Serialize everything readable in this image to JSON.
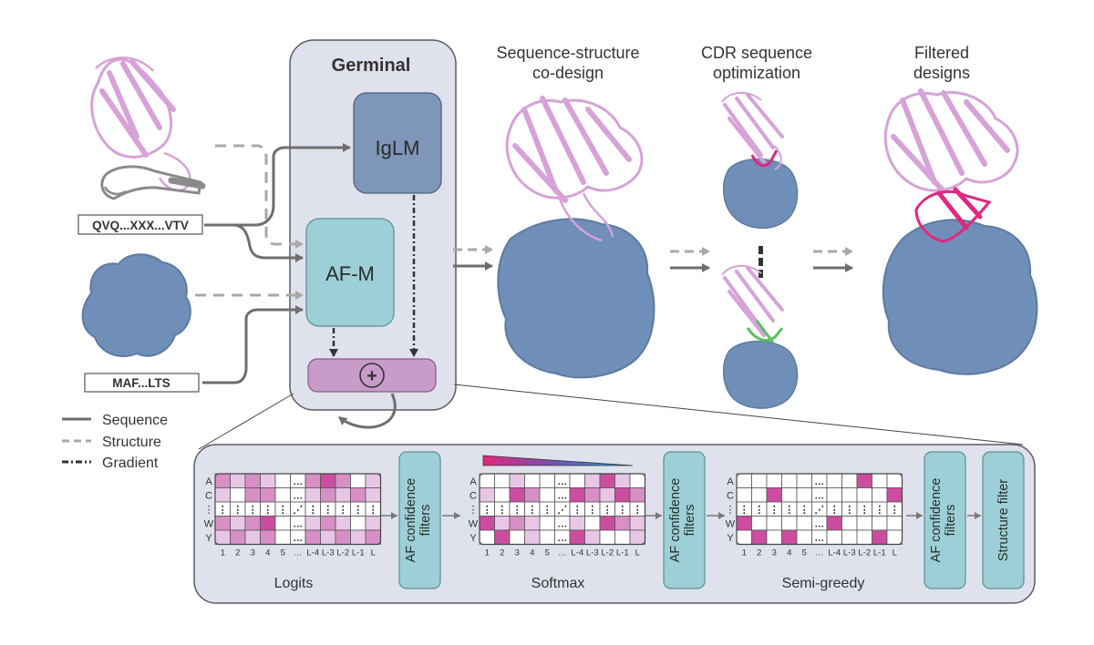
{
  "germinal": {
    "title": "Germinal",
    "iglm": "IgLM",
    "afm": "AF-M",
    "combine_symbol": "+"
  },
  "inputs": {
    "antibody_sequence": "QVQ...XXX...VTV",
    "target_sequence": "MAF...LTS"
  },
  "legend": {
    "sequence": "Sequence",
    "structure": "Structure",
    "gradient": "Gradient"
  },
  "stages": {
    "codesign": [
      "Sequence-structure",
      "co-design"
    ],
    "cdr_opt": [
      "CDR sequence",
      "optimization"
    ],
    "filtered": [
      "Filtered",
      "designs"
    ]
  },
  "panel": {
    "row_labels": [
      "A",
      "C",
      "⋮",
      "W",
      "Y"
    ],
    "col_labels": [
      "1",
      "2",
      "3",
      "4",
      "5",
      "…",
      "L-4",
      "L-3",
      "L-2",
      "L-1",
      "L"
    ],
    "logits_title": "Logits",
    "softmax_title": "Softmax",
    "semigreedy_title": "Semi-greedy",
    "af_filter": [
      "AF confidence",
      "filters"
    ],
    "structure_filter": "Structure filter"
  },
  "colors": {
    "frame_fill": "#dfe2ec",
    "frame_stroke": "#5a5a64",
    "iglm_fill": "#7e96b8",
    "afm_fill": "#9cd0d6",
    "combine_fill": "#c89bc8",
    "protein_blue": "#6f8fb8",
    "antibody_pink": "#d6a2d8",
    "cdr_magenta": "#e0287f",
    "cdr_green": "#58c060",
    "arrow_dark": "#6e6e6e",
    "arrow_light": "#a8a8a8",
    "heat_high": "#cc4da0",
    "heat_mid": "#d88fc6",
    "heat_low": "#e8c6e6"
  }
}
